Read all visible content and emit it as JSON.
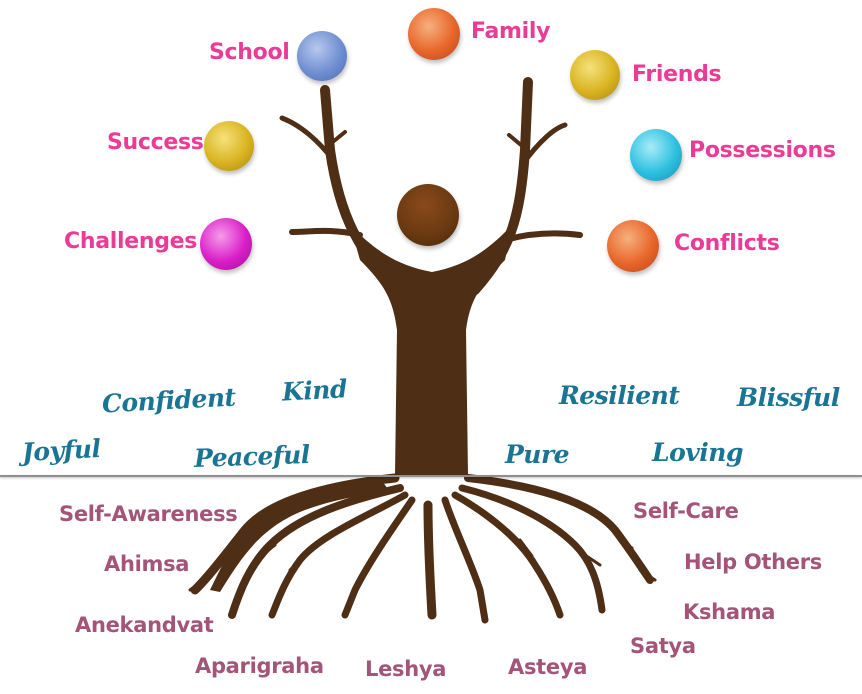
{
  "colors": {
    "influence_text": "#ea3b97",
    "quality_text": "#1a7595",
    "root_text": "#a35478",
    "tree_brown": "#4e2e14",
    "head_brown": "#6b3a12",
    "ground_line": "#8f8f8f"
  },
  "influences": [
    {
      "label": "School",
      "ball_color": "#6f8fd1"
    },
    {
      "label": "Family",
      "ball_color": "#e8662a"
    },
    {
      "label": "Friends",
      "ball_color": "#d9b321"
    },
    {
      "label": "Success",
      "ball_color": "#d9b321"
    },
    {
      "label": "Possessions",
      "ball_color": "#2ec0e0"
    },
    {
      "label": "Challenges",
      "ball_color": "#d91ec8"
    },
    {
      "label": "Conflicts",
      "ball_color": "#e8662a"
    }
  ],
  "qualities": [
    "Confident",
    "Kind",
    "Resilient",
    "Blissful",
    "Joyful",
    "Peaceful",
    "Pure",
    "Loving"
  ],
  "roots": [
    "Self-Awareness",
    "Ahimsa",
    "Anekandvat",
    "Aparigraha",
    "Leshya",
    "Asteya",
    "Satya",
    "Kshama",
    "Help Others",
    "Self-Care"
  ]
}
